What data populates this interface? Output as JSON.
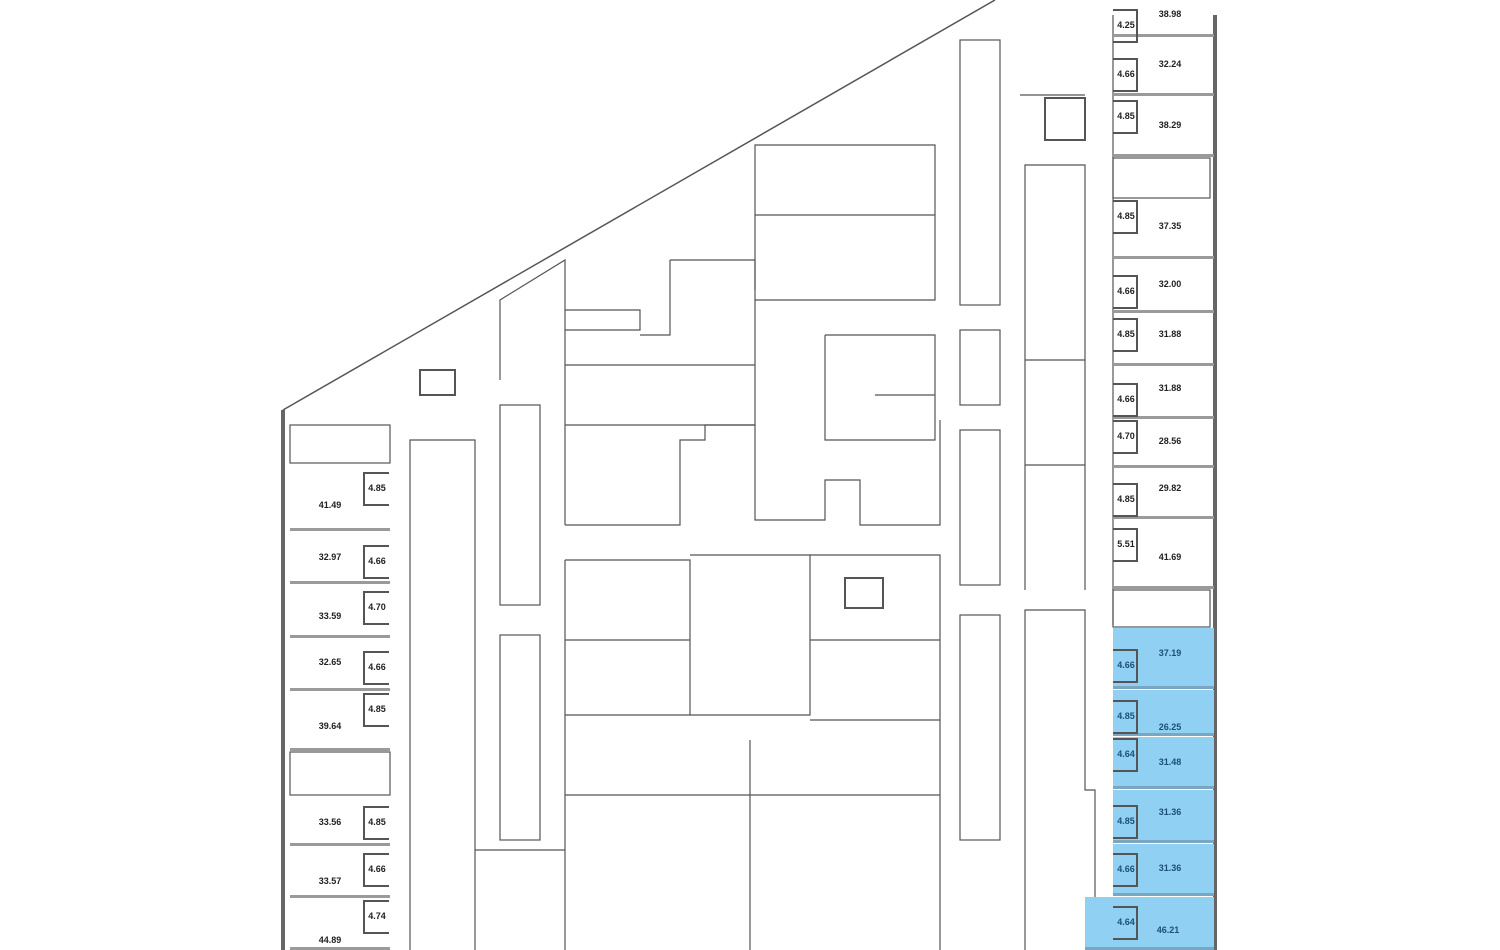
{
  "colors": {
    "highlight": "#8fd0f3",
    "wall": "#555555",
    "text": "#222222",
    "highlight_text": "#1d4f78"
  },
  "right_units": [
    {
      "area": "38.98",
      "wc": "4.25",
      "highlighted": false
    },
    {
      "area": "32.24",
      "wc": "4.66",
      "highlighted": false
    },
    {
      "area": "38.29",
      "wc": "4.85",
      "highlighted": false
    },
    {
      "area": "37.35",
      "wc": "4.85",
      "highlighted": false
    },
    {
      "area": "32.00",
      "wc": "4.66",
      "highlighted": false
    },
    {
      "area": "31.88",
      "wc": "4.85",
      "highlighted": false
    },
    {
      "area": "31.88",
      "wc": "4.66",
      "highlighted": false
    },
    {
      "area": "28.56",
      "wc": "4.70",
      "highlighted": false
    },
    {
      "area": "29.82",
      "wc": "4.85",
      "highlighted": false
    },
    {
      "area": "41.69",
      "wc": "5.51",
      "highlighted": false
    },
    {
      "area": "37.19",
      "wc": "4.66",
      "highlighted": true
    },
    {
      "area": "26.25",
      "wc": "4.85",
      "highlighted": true
    },
    {
      "area": "31.48",
      "wc": "4.64",
      "highlighted": true
    },
    {
      "area": "31.36",
      "wc": "4.85",
      "highlighted": true
    },
    {
      "area": "31.36",
      "wc": "4.66",
      "highlighted": true
    },
    {
      "area": "46.21",
      "wc": "4.64",
      "highlighted": true
    }
  ],
  "left_units": [
    {
      "area": "41.49",
      "wc": "4.85"
    },
    {
      "area": "32.97",
      "wc": "4.66"
    },
    {
      "area": "33.59",
      "wc": "4.70"
    },
    {
      "area": "32.65",
      "wc": "4.66"
    },
    {
      "area": "39.64",
      "wc": "4.85"
    },
    {
      "area": "33.56",
      "wc": "4.85"
    },
    {
      "area": "33.57",
      "wc": "4.66"
    },
    {
      "area": "44.89",
      "wc": "4.74"
    }
  ]
}
